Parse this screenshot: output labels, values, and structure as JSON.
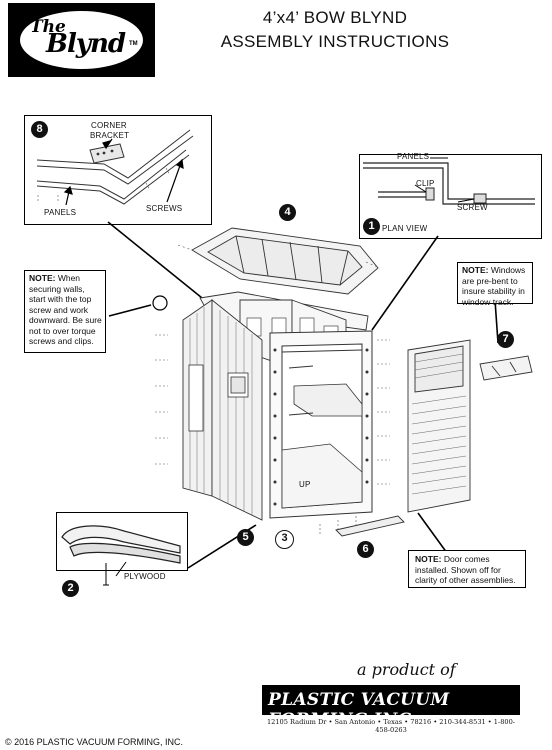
{
  "logo": {
    "the": "The",
    "blynd": "Blynd",
    "tm": "TM"
  },
  "title": {
    "line1": "4’x4’ BOW BLYND",
    "line2": "ASSEMBLY INSTRUCTIONS"
  },
  "steps": {
    "s2": "2",
    "s3": "3",
    "s4": "4",
    "s5": "5",
    "s6": "6",
    "s7": "7",
    "s8": "8",
    "s1": "1"
  },
  "detail8": {
    "corner_bracket_1": "CORNER",
    "corner_bracket_2": "BRACKET",
    "panels": "PANELS",
    "screws": "SCREWS"
  },
  "plan": {
    "panels": "PANELS",
    "clip": "CLIP",
    "screw": "SCREW",
    "plan_view": "PLAN VIEW"
  },
  "notes": {
    "walls_label": "NOTE:",
    "walls_text": "When securing walls, start with the top screw and work downward. Be sure not to over torque screws and clips.",
    "windows_label": "NOTE:",
    "windows_text": "Windows are pre-bent to insure stability in window track.",
    "door_label": "NOTE:",
    "door_text": "Door comes installed. Shown off for clarity of other assemblies."
  },
  "detail2": {
    "plywood": "PLYWOOD"
  },
  "floor": {
    "up": "UP"
  },
  "footer": {
    "product": "a product of",
    "company": "PLASTIC VACUUM FORMING,INC.",
    "address": "12105 Radium Dr • San Antonio • Texas • 78216 • 210-344-8531 • 1-800-458-0263",
    "copyright": "© 2016 PLASTIC VACUUM FORMING, INC."
  }
}
